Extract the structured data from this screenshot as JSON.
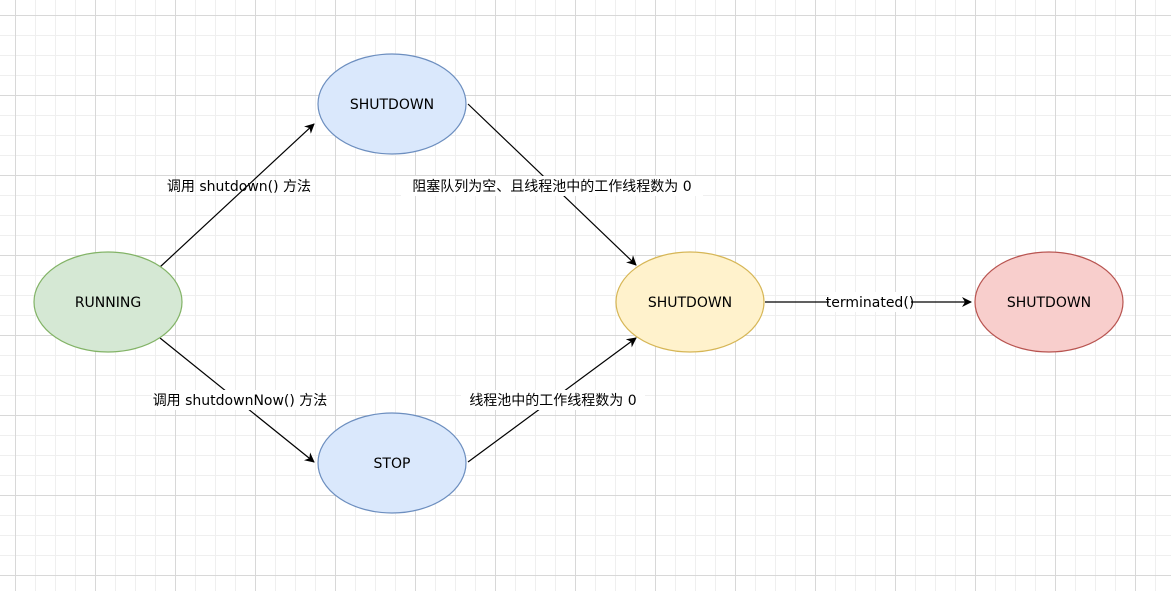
{
  "nodes": {
    "running": {
      "label": "RUNNING",
      "fill": "#d5e8d4",
      "stroke": "#82b366"
    },
    "shutdown_top": {
      "label": "SHUTDOWN",
      "fill": "#dae8fc",
      "stroke": "#6c8ebf"
    },
    "stop": {
      "label": "STOP",
      "fill": "#dae8fc",
      "stroke": "#6c8ebf"
    },
    "shutdown_mid": {
      "label": "SHUTDOWN",
      "fill": "#fff2cc",
      "stroke": "#d6b656"
    },
    "shutdown_right": {
      "label": "SHUTDOWN",
      "fill": "#f8cecc",
      "stroke": "#b85450"
    }
  },
  "edges": {
    "running_to_shutdown": "调用 shutdown() 方法",
    "running_to_stop": "调用 shutdownNow() 方法",
    "shutdown_to_tidying": "阻塞队列为空、且线程池中的工作线程数为 0",
    "stop_to_tidying": "线程池中的工作线程数为 0",
    "tidying_to_terminated": "terminated()"
  }
}
